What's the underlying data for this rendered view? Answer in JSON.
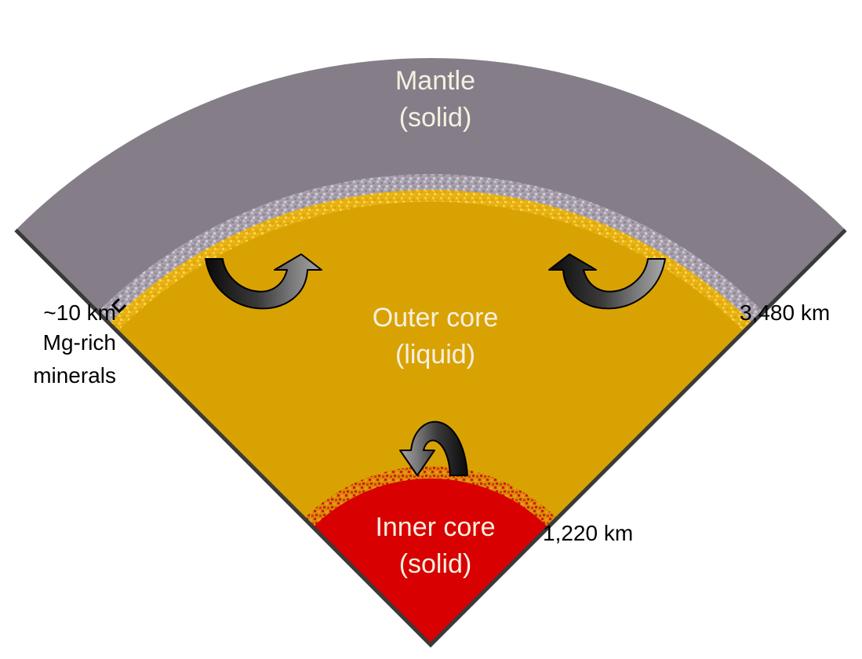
{
  "layers": {
    "mantle": {
      "name": "Mantle",
      "state": "(solid)",
      "color": "#857e88"
    },
    "outer_core": {
      "name": "Outer core",
      "state": "(liquid)",
      "color": "#d9a203"
    },
    "inner_core": {
      "name": "Inner core",
      "state": "(solid)",
      "color": "#d80000"
    }
  },
  "boundary_layers": {
    "mantle_base_color": "#b2acb8",
    "outer_top_color": "#f3c22b",
    "inner_top_color": "#c73a12"
  },
  "labels": {
    "cmb_radius": "3,480 km",
    "icb_radius": "1,220 km",
    "thickness": "~10 km",
    "mineral_line1": "Mg-rich",
    "mineral_line2": "minerals"
  },
  "icons": {
    "flow": "curved-arrow-icon",
    "bracket": "bracket-icon"
  },
  "colors": {
    "text_light": "#f6f0e2",
    "outline": "#3a3a3a"
  }
}
